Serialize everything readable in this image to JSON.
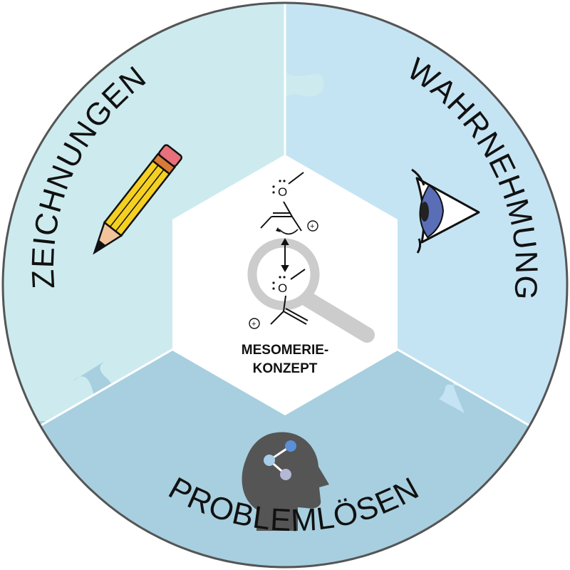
{
  "segments": {
    "drawing": {
      "label": "ZEICHNUNGEN",
      "icon": "pencil-icon",
      "color": "#cdebee"
    },
    "perception": {
      "label": "WAHRNEHMUNG",
      "icon": "eye-icon",
      "color": "#c5e4f3"
    },
    "problem_solving": {
      "label": "PROBLEMLÖSEN",
      "icon": "head-network-icon",
      "color": "#a7cfdf"
    }
  },
  "center": {
    "line1": "MESOMERIE-",
    "line2": "KONZEPT",
    "icon": "magnifier-icon"
  },
  "molecules": {
    "top": {
      "atom": "O",
      "charge": "+"
    },
    "bottom": {
      "atom": "O",
      "charge": "+"
    }
  },
  "colors": {
    "outline": "#555555",
    "hexagon": "#ffffff",
    "magnifier": "#cccccc",
    "pencil_body": "#f5d020",
    "eraser": "#e8707a",
    "iris": "#5a6eb8",
    "head": "#555555",
    "node_blue": "#5b8fd6",
    "node_light": "#a8cde8",
    "node_gray": "#b4b8d4"
  }
}
